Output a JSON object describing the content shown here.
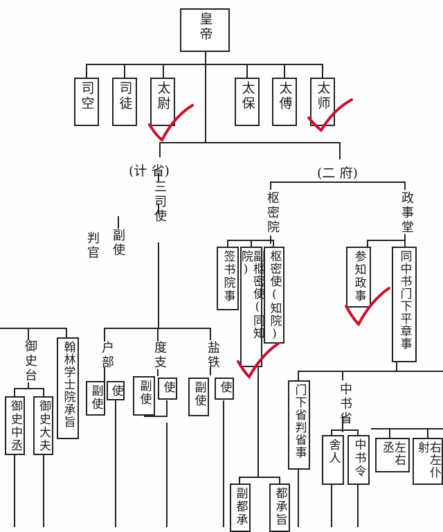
{
  "top": {
    "emperor": "皇帝"
  },
  "three_lords": [
    "司空",
    "司徒",
    "太尉"
  ],
  "three_dukes": [
    "太保",
    "太傅",
    "太师"
  ],
  "finance": {
    "header": "(计 省)",
    "chief": "三司使",
    "deputy": "副使",
    "judge": "判官",
    "departments": [
      {
        "name": "户部",
        "deputy": "副使",
        "envoy": "使"
      },
      {
        "name": "度支",
        "deputy": "副使",
        "envoy": "使"
      },
      {
        "name": "盐铁",
        "deputy": "副使",
        "envoy": "使"
      }
    ]
  },
  "censorate": {
    "name": "御史台",
    "staff": [
      "御史中丞",
      "御史大夫"
    ]
  },
  "hanlin": "翰林学士院承旨",
  "two_offices": {
    "header": "(二 府)",
    "privy_council": {
      "name": "枢密院",
      "officials": [
        "签书院事",
        "副枢密使(同知院)",
        "枢密使(知院)"
      ],
      "sub": [
        "副都承",
        "都承旨"
      ]
    },
    "political_hall": {
      "name": "政事堂",
      "officials": [
        "参知政事",
        "同中书门下平章事"
      ]
    },
    "chancellery_judge": "门下省判省事",
    "secretariat": {
      "name": "中书省",
      "officials": [
        "舍人",
        "中书令",
        "左右丞",
        "右左仆射"
      ]
    }
  },
  "colors": {
    "ink": "#222222",
    "checkmark": "#c8102e",
    "paper": "#fefefe"
  }
}
